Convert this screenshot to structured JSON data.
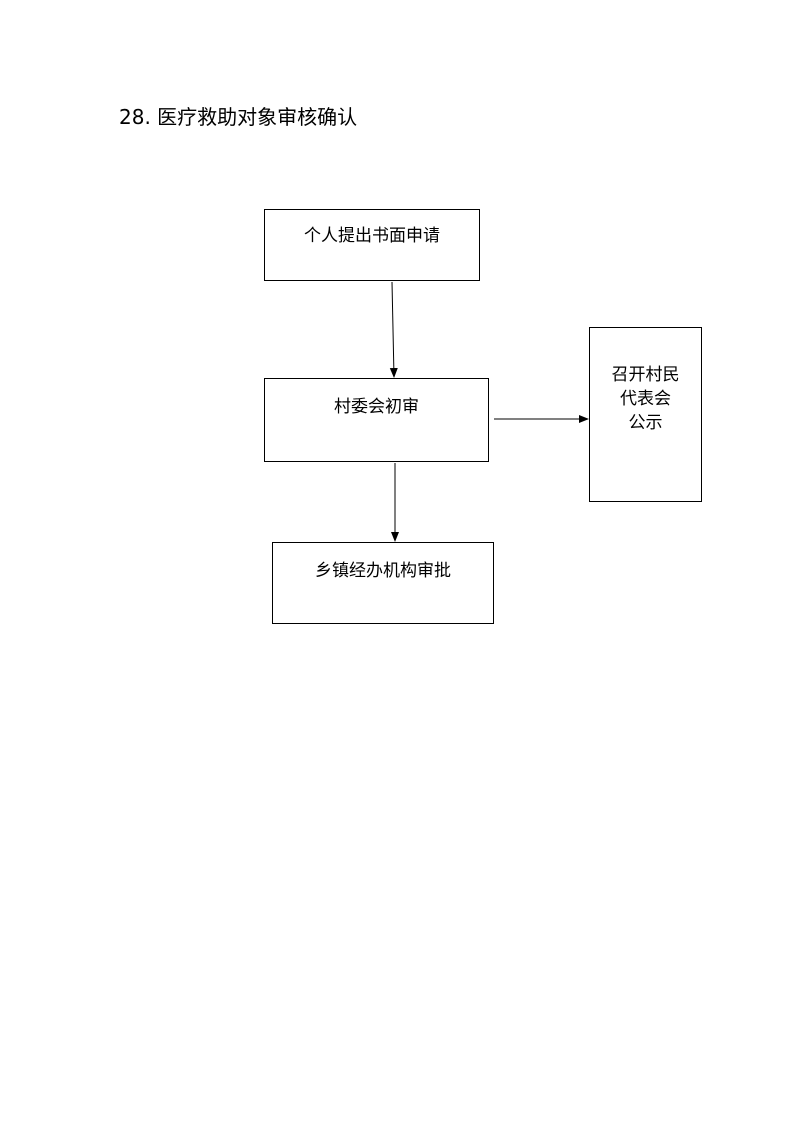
{
  "document": {
    "title": "28. 医疗救助对象审核确认"
  },
  "flowchart": {
    "nodes": {
      "apply": {
        "label": "个人提出书面申请"
      },
      "village_review": {
        "label": "村委会初审"
      },
      "township_approval": {
        "label": "乡镇经办机构审批"
      },
      "publicity": {
        "lines": [
          "召开村民",
          "代表会",
          "公示"
        ]
      }
    },
    "edges": [
      {
        "from": "个人提出书面申请",
        "to": "村委会初审"
      },
      {
        "from": "村委会初审",
        "to": "乡镇经办机构审批"
      },
      {
        "from": "村委会初审",
        "to": "召开村民代表会公示"
      }
    ]
  }
}
